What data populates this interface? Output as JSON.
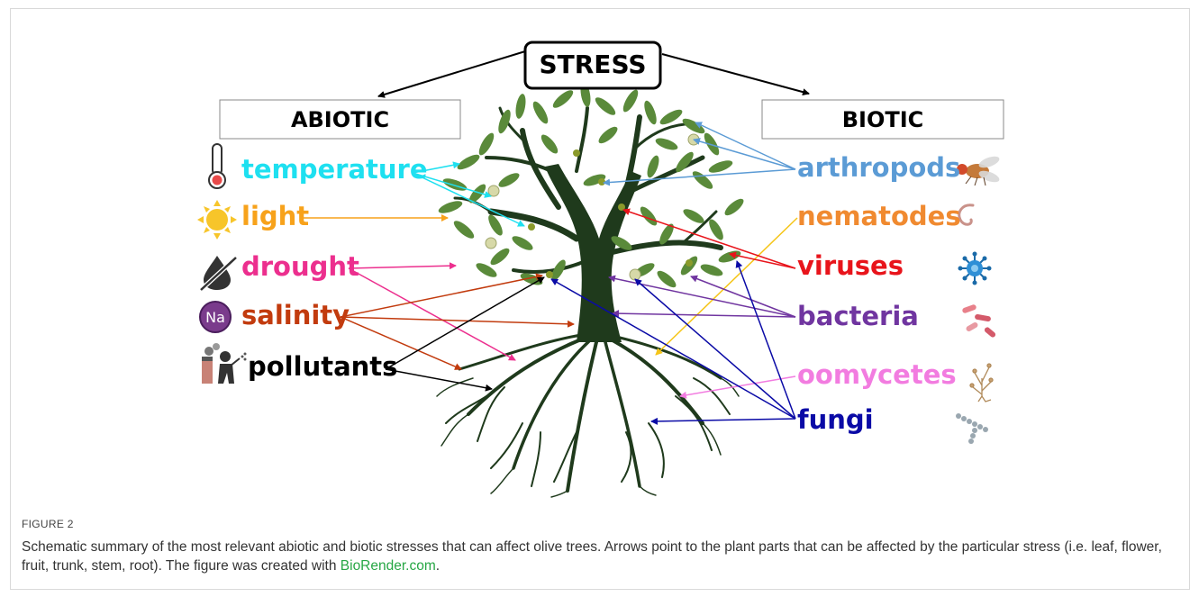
{
  "diagram": {
    "root": "STRESS",
    "abiotic_header": "ABIOTIC",
    "biotic_header": "BIOTIC",
    "abiotic": [
      {
        "label": "temperature",
        "color": "#1ee0f0",
        "icon": "thermometer-icon"
      },
      {
        "label": "light",
        "color": "#f7a21b",
        "icon": "sun-icon"
      },
      {
        "label": "drought",
        "color": "#ec2f8e",
        "icon": "no-water-icon"
      },
      {
        "label": "salinity",
        "color": "#c23b0e",
        "icon": "sodium-icon",
        "icon_text": "Na"
      },
      {
        "label": "pollutants",
        "color": "#000000",
        "icon": "factory-sprayer-icon"
      }
    ],
    "biotic": [
      {
        "label": "arthropods",
        "color": "#5b9bd5",
        "icon": "fly-icon"
      },
      {
        "label": "nematodes",
        "color": "#f08a30",
        "icon": "worm-icon"
      },
      {
        "label": "viruses",
        "color": "#e8141b",
        "icon": "virus-icon"
      },
      {
        "label": "bacteria",
        "color": "#7035a0",
        "icon": "bacteria-icon"
      },
      {
        "label": "oomycetes",
        "color": "#f27ce0",
        "icon": "oomycete-icon"
      },
      {
        "label": "fungi",
        "color": "#0a0aa6",
        "icon": "fungal-hyphae-icon"
      }
    ]
  },
  "figure_label": "FIGURE 2",
  "caption": {
    "text": "Schematic summary of the most relevant abiotic and biotic stresses that can affect olive trees. Arrows point to the plant parts that can be affected by the particular stress (i.e. leaf, flower, fruit, trunk, stem, root). The figure was created with ",
    "link": "BioRender.com",
    "end": "."
  }
}
